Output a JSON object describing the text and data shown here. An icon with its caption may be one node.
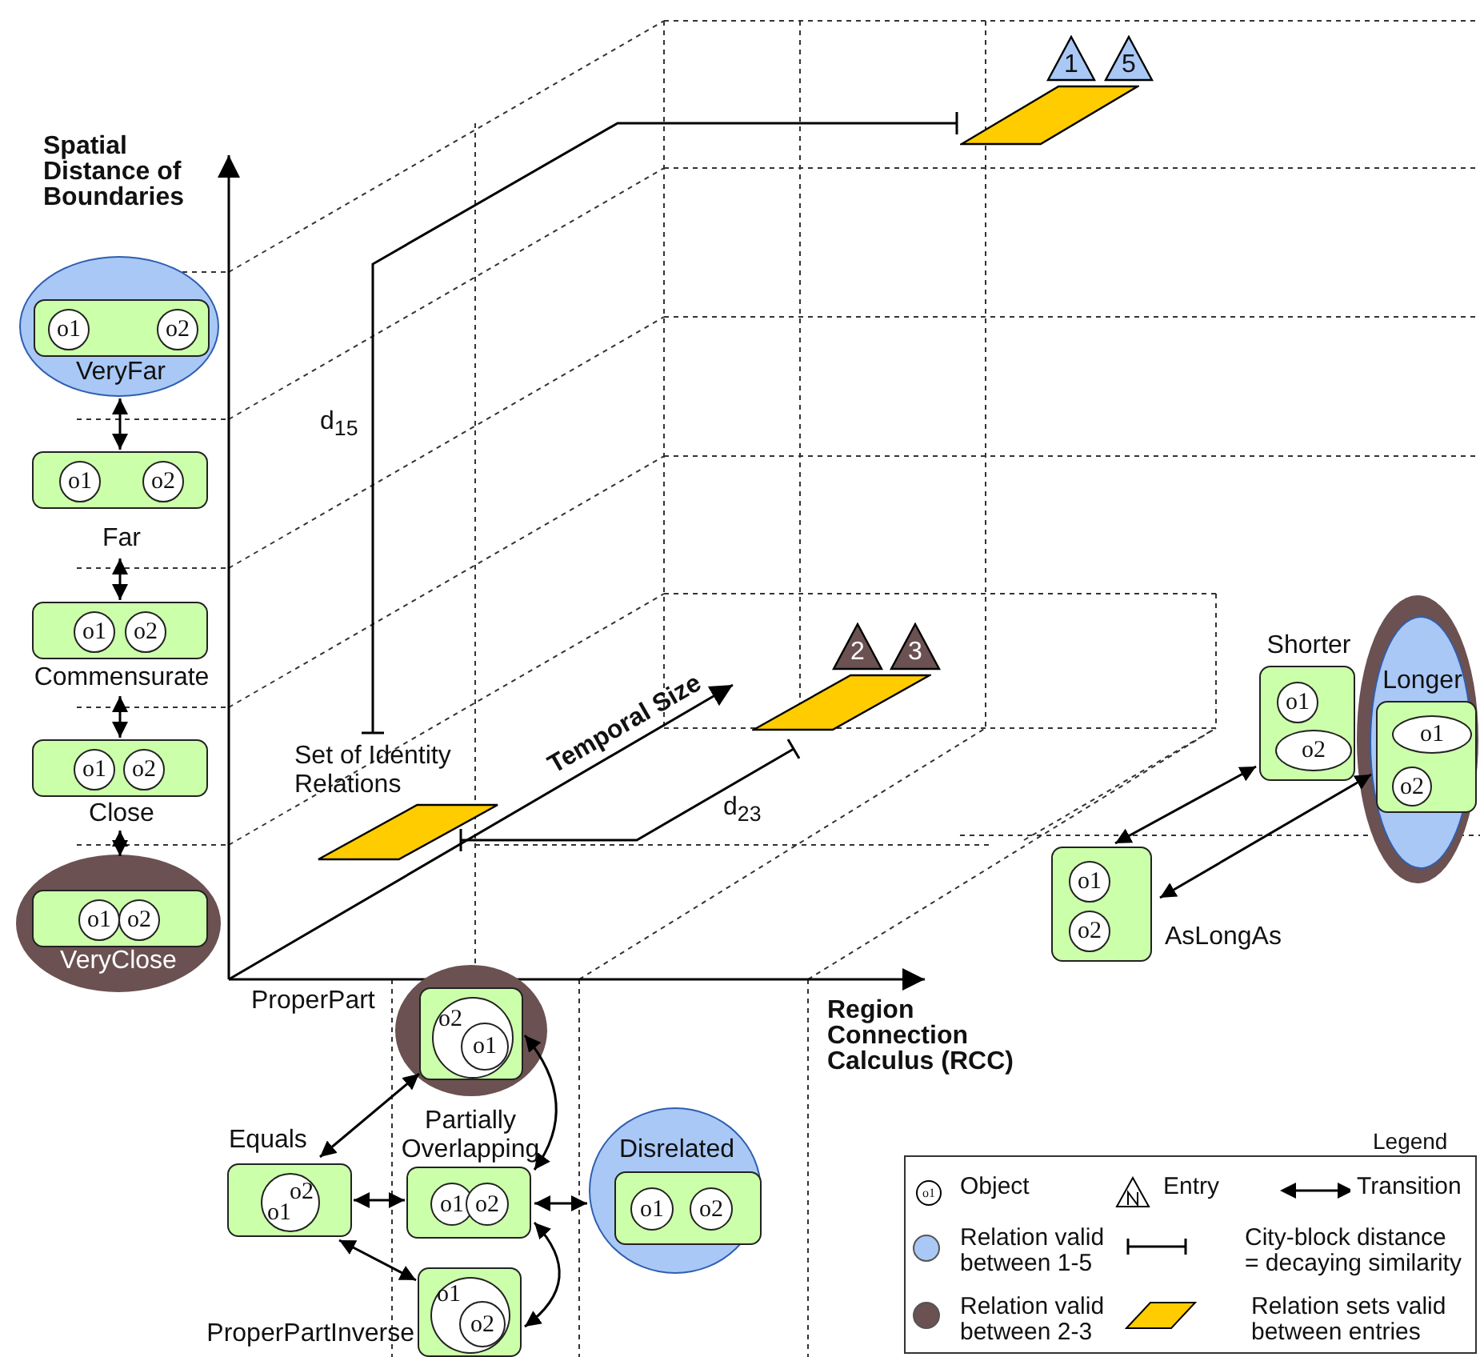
{
  "diagram": {
    "nodes": [
      {
        "text": [
          "VeryFar"
        ]
      },
      {
        "text": [],
        "shape": "box",
        "in": 0
      },
      {
        "text": [
          "o1"
        ],
        "in": 1
      },
      {
        "text": [
          "o2"
        ],
        "in": 1
      },
      {
        "text": [
          "Far"
        ]
      },
      {
        "text": [
          "o1"
        ],
        "in": 4
      },
      {
        "text": [
          "o2"
        ],
        "in": 4
      },
      {
        "text": [
          "Commensurate"
        ]
      },
      {
        "text": [
          "o1"
        ],
        "in": 7
      },
      {
        "text": [
          "o2"
        ],
        "in": 7
      },
      {
        "text": [
          "Close"
        ]
      },
      {
        "text": [
          "o1"
        ],
        "in": 10
      },
      {
        "text": [
          "o2"
        ],
        "in": 10
      },
      {
        "text": [
          "VeryClose"
        ]
      },
      {
        "text": [],
        "shape": "box",
        "in": 13
      },
      {
        "text": [
          "o1"
        ],
        "in": 14
      },
      {
        "text": [
          "o2"
        ],
        "in": 14
      },
      {
        "text": [
          "ProperPart"
        ]
      },
      {
        "text": [],
        "shape": "box",
        "in": 17
      },
      {
        "text": [
          "o2"
        ],
        "in": 18
      },
      {
        "text": [
          "o1"
        ],
        "in": 19
      },
      {
        "text": [
          "Equals"
        ]
      },
      {
        "text": [
          "o2",
          "o1"
        ],
        "in": 21
      },
      {
        "text": [
          "Partially Overlapping"
        ]
      },
      {
        "text": [
          "o1"
        ],
        "in": 23
      },
      {
        "text": [
          "o2"
        ],
        "in": 23
      },
      {
        "text": [
          "Disrelated"
        ]
      },
      {
        "text": [],
        "shape": "box",
        "in": 26
      },
      {
        "text": [
          "o1"
        ],
        "in": 27
      },
      {
        "text": [
          "o2"
        ],
        "in": 27
      },
      {
        "text": [
          "ProperPartInverse"
        ]
      },
      {
        "text": [
          "o1"
        ],
        "in": 30
      },
      {
        "text": [
          "o2"
        ],
        "in": 31
      },
      {
        "text": [
          "Shorter"
        ]
      },
      {
        "text": [
          "o1"
        ],
        "in": 33
      },
      {
        "text": [
          "o2"
        ],
        "in": 33
      },
      {
        "text": [],
        "shape": "ellipse"
      },
      {
        "text": [
          "Longer"
        ],
        "in": 36
      },
      {
        "text": [],
        "shape": "box",
        "in": 37
      },
      {
        "text": [
          "o1"
        ],
        "in": 38
      },
      {
        "text": [
          "o2"
        ],
        "in": 38
      },
      {
        "text": [
          "AsLongAs"
        ]
      },
      {
        "text": [
          "o1"
        ],
        "in": 41
      },
      {
        "text": [
          "o2"
        ],
        "in": 41
      },
      {
        "text": [],
        "shape": "parallelogram"
      },
      {
        "text": [
          "1"
        ]
      },
      {
        "text": [
          "5"
        ]
      },
      {
        "text": [],
        "shape": "parallelogram"
      },
      {
        "text": [
          "2"
        ]
      },
      {
        "text": [
          "3"
        ]
      },
      {
        "text": [
          "Set of Identity Relations"
        ]
      }
    ],
    "edges": [
      {
        "from": 0,
        "to": 4,
        "arrow": "both"
      },
      {
        "from": 4,
        "to": 7,
        "arrow": "both"
      },
      {
        "from": 7,
        "to": 10,
        "arrow": "both"
      },
      {
        "from": 10,
        "to": 13,
        "arrow": "both"
      },
      {
        "from": 21,
        "to": 18,
        "arrow": "both"
      },
      {
        "from": 18,
        "to": 23,
        "arrow": "both"
      },
      {
        "from": 21,
        "to": 23,
        "arrow": "both"
      },
      {
        "from": 23,
        "to": 26,
        "arrow": "both"
      },
      {
        "from": 21,
        "to": 30,
        "arrow": "both"
      },
      {
        "from": 23,
        "to": 30,
        "arrow": "both"
      },
      {
        "from": 41,
        "to": 33,
        "arrow": "both"
      },
      {
        "from": 41,
        "to": 38,
        "arrow": "both"
      },
      {
        "from": 50,
        "to": 44,
        "arrow": "other",
        "label": "d$_{15}$"
      },
      {
        "from": 50,
        "to": 47,
        "arrow": "other",
        "label": "d$_{23}$"
      }
    ],
    "labels": [
      "Spatial Distance of Boundaries",
      "Temporal Size",
      "Region Connection Calculus (RCC)",
      "Legend",
      "o1"
    ],
    "legend": [
      {
        "text": "Object"
      },
      {
        "text": "Entry"
      },
      {
        "text": "Transition"
      },
      {
        "text": "Relation valid between 1-5",
        "color": "#a9c8f6"
      },
      {
        "text": "City-block distance = decaying similarity"
      },
      {
        "text": "Relation valid between 2-3",
        "color": "#6b5151"
      },
      {
        "text": "Relation sets valid between entries"
      }
    ]
  }
}
